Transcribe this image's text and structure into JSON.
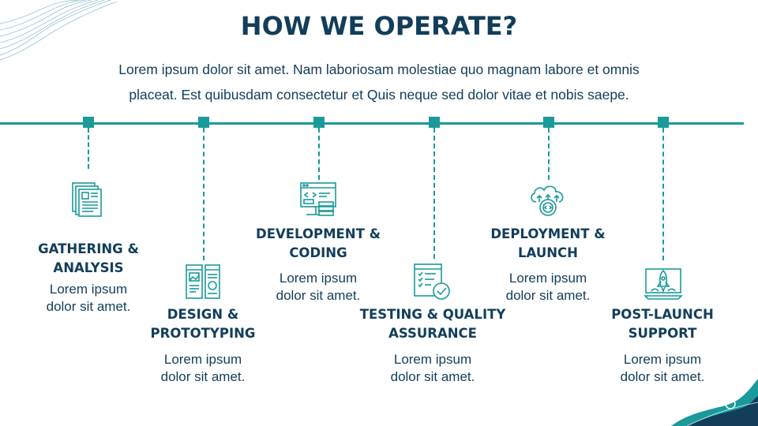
{
  "title": "HOW WE OPERATE?",
  "subtitle_line1": "Lorem ipsum dolor sit amet. Nam laboriosam molestiae quo magnam labore et omnis",
  "subtitle_line2": "placeat. Est quibusdam consectetur et Quis neque sed dolor vitae et nobis saepe.",
  "colors": {
    "accent": "#1a9a9a",
    "text": "#123e5a"
  },
  "steps": [
    {
      "title_line1": "GATHERING &",
      "title_line2": "ANALYSIS",
      "desc_line1": "Lorem ipsum",
      "desc_line2": "dolor sit amet.",
      "icon": "documents-icon"
    },
    {
      "title_line1": "DESIGN &",
      "title_line2": "PROTOTYPING",
      "desc_line1": "Lorem ipsum",
      "desc_line2": "dolor sit amet.",
      "icon": "design-tools-icon"
    },
    {
      "title_line1": "DEVELOPMENT &",
      "title_line2": "CODING",
      "desc_line1": "Lorem ipsum",
      "desc_line2": "dolor sit amet.",
      "icon": "code-server-icon"
    },
    {
      "title_line1": "TESTING & QUALITY",
      "title_line2": "ASSURANCE",
      "desc_line1": "Lorem ipsum",
      "desc_line2": "dolor sit amet.",
      "icon": "checklist-icon"
    },
    {
      "title_line1": "DEPLOYMENT &",
      "title_line2": "LAUNCH",
      "desc_line1": "Lorem ipsum",
      "desc_line2": "dolor sit amet.",
      "icon": "cloud-deploy-icon"
    },
    {
      "title_line1": "POST-LAUNCH",
      "title_line2": "SUPPORT",
      "desc_line1": "Lorem ipsum",
      "desc_line2": "dolor sit amet.",
      "icon": "rocket-launch-icon"
    }
  ]
}
